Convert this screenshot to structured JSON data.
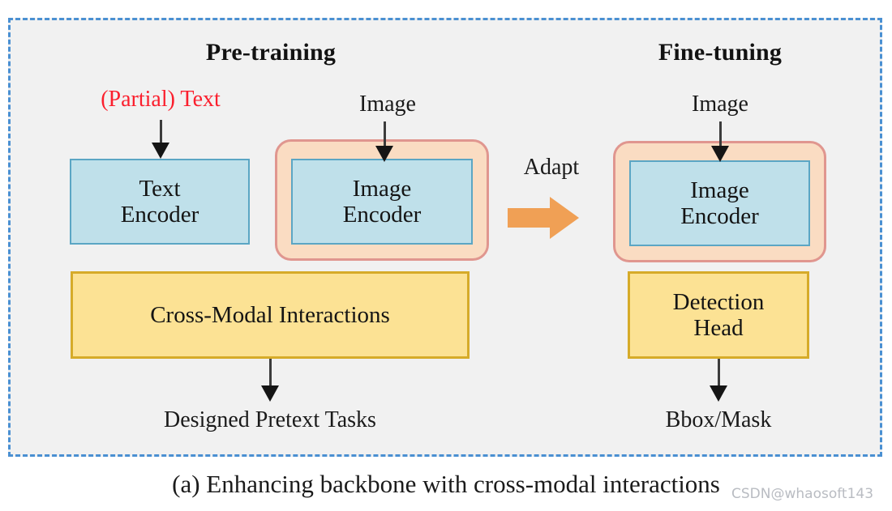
{
  "figure": {
    "caption": "(a) Enhancing backbone with cross-modal interactions",
    "watermark": "CSDN@whaosoft143",
    "panel_background": "#f1f1f1",
    "panel_border_color": "#4a90d2"
  },
  "colors": {
    "blue_fill": "#bfe0ea",
    "blue_border": "#5ba6c4",
    "yellow_fill": "#fce294",
    "yellow_border": "#d6ab29",
    "peach_fill": "#fadcc2",
    "peach_border": "#e0968f",
    "orange_arrow": "#f0a055",
    "red_text": "#fb1f2d",
    "arrow": "#151515"
  },
  "pretraining": {
    "title": "Pre-training",
    "text_input_label": "(Partial) Text",
    "image_input_label": "Image",
    "text_encoder": "Text\nEncoder",
    "image_encoder": "Image\nEncoder",
    "cross_modal": "Cross-Modal Interactions",
    "output_label": "Designed Pretext Tasks"
  },
  "adapt": {
    "label": "Adapt"
  },
  "finetuning": {
    "title": "Fine-tuning",
    "image_input_label": "Image",
    "image_encoder": "Image\nEncoder",
    "detection_head": "Detection\nHead",
    "output_label": "Bbox/Mask"
  }
}
